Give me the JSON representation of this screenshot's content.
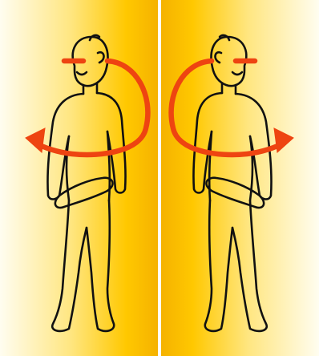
{
  "diagram": {
    "panels": [
      {
        "id": "left",
        "facing": "left",
        "rotation": "counterclockwise"
      },
      {
        "id": "right",
        "facing": "right",
        "rotation": "clockwise"
      }
    ],
    "colors": {
      "background_light": "#fffdf0",
      "background_dark": "#ffc800",
      "outline": "#111111",
      "arrow": "#ee4411"
    }
  }
}
